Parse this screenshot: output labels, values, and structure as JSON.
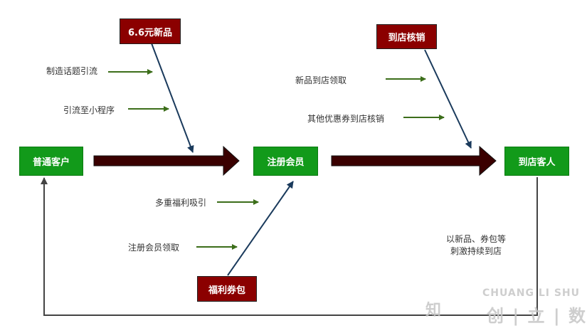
{
  "nodes": {
    "normal_customer": "普通客户",
    "registered_member": "注册会员",
    "store_customer": "到店客人"
  },
  "tags": {
    "new_product_price": "6.6元新品",
    "store_redeem": "到店核销",
    "benefit_coupon_pack": "福利券包"
  },
  "causes": {
    "create_topic": "制造话题引流",
    "drive_to_miniprogram": "引流至小程序",
    "new_product_pickup": "新品到店领取",
    "other_coupon_redeem": "其他优惠券到店核销",
    "multiple_benefits": "多重福利吸引",
    "register_claim": "注册会员领取"
  },
  "feedback": {
    "line1": "以新品、券包等",
    "line2": "刺激持续到店"
  },
  "watermark": {
    "zhihu": "知",
    "brand_top": "CHUANG LI SHU",
    "brand_bottom": "创 | 立 | 数"
  },
  "colors": {
    "node_green": "#129a1a",
    "tag_red": "#8b0000",
    "main_arrow": "#3a0000",
    "cause_arrow": "#3c6e1a",
    "tag_line": "#1a3a5c",
    "feedback_line": "#444444"
  }
}
